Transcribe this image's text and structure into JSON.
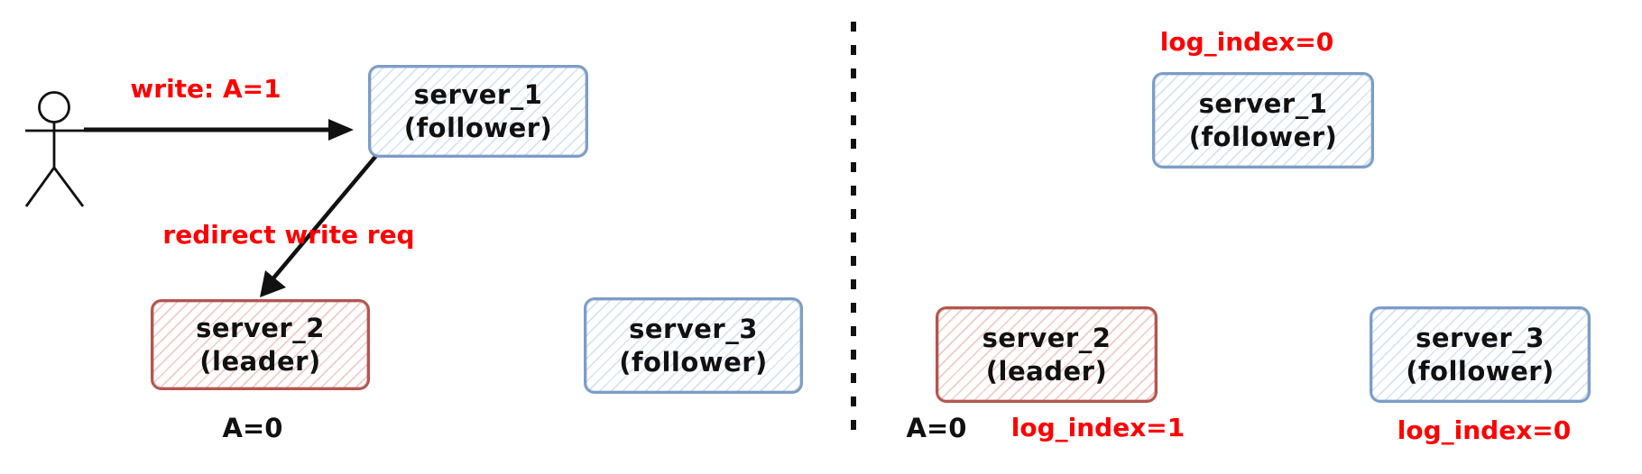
{
  "diagram_type": "distributed-consensus-write-redirect",
  "colors": {
    "ink": "#111111",
    "red_text": "#fe0000",
    "blue_border": "#7d9dc7",
    "blue_hatch": "#d7e4f4",
    "red_border": "#b2564e",
    "red_hatch": "#f1ccc8"
  },
  "icons": {
    "client": "person-stick-figure-icon",
    "divider": "dashed-vertical-divider"
  },
  "left_panel": {
    "write_label": "write: A=1",
    "redirect_label": "redirect write req",
    "server1": {
      "name": "server_1",
      "role": "(follower)"
    },
    "server2": {
      "name": "server_2",
      "role": "(leader)"
    },
    "server3": {
      "name": "server_3",
      "role": "(follower)"
    },
    "server2_value": "A=0"
  },
  "right_panel": {
    "server1": {
      "name": "server_1",
      "role": "(follower)",
      "log_index": "log_index=0"
    },
    "server2": {
      "name": "server_2",
      "role": "(leader)",
      "value": "A=0",
      "log_index": "log_index=1"
    },
    "server3": {
      "name": "server_3",
      "role": "(follower)",
      "log_index": "log_index=0"
    }
  }
}
